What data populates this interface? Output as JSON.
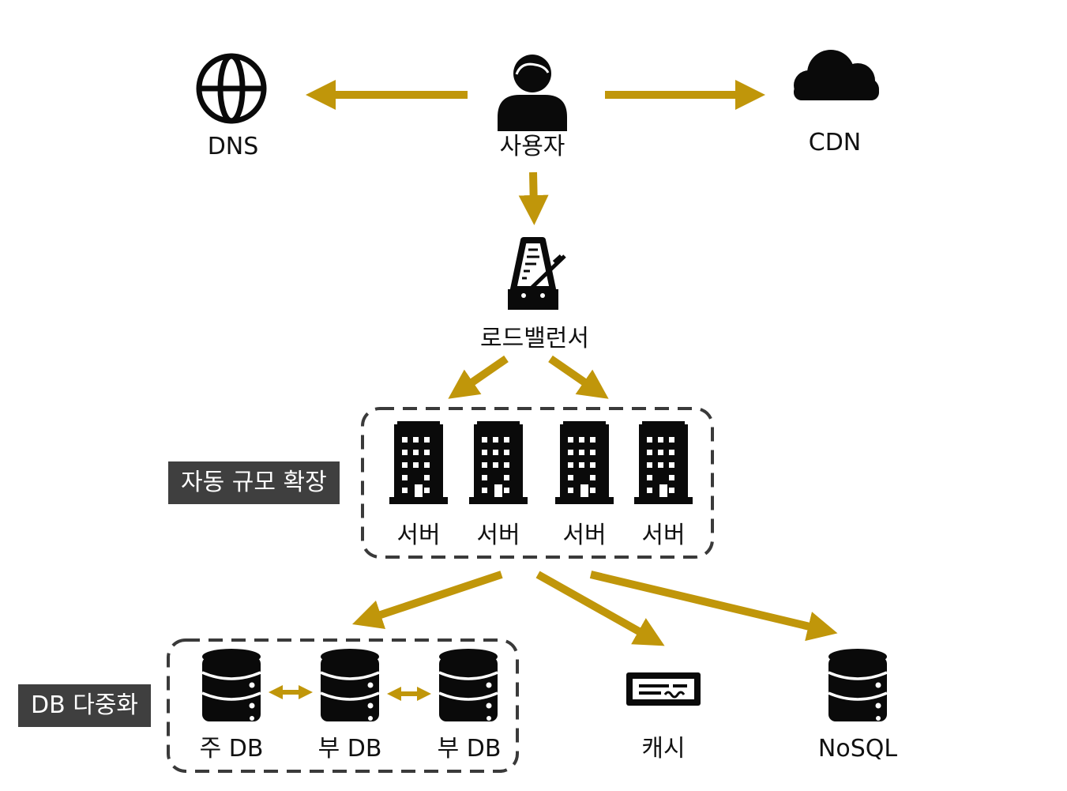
{
  "colors": {
    "arrow": "#c0960a",
    "icon": "#0a0a0a",
    "group_border": "#3a3a3a",
    "tag_bg": "#3f3f3f"
  },
  "nodes": {
    "dns": {
      "label": "DNS",
      "icon": "globe-icon"
    },
    "user": {
      "label": "사용자",
      "icon": "user-icon"
    },
    "cdn": {
      "label": "CDN",
      "icon": "cloud-icon"
    },
    "lb": {
      "label": "로드밸런서",
      "icon": "metronome-icon"
    },
    "servers": [
      {
        "label": "서버",
        "icon": "building-icon"
      },
      {
        "label": "서버",
        "icon": "building-icon"
      },
      {
        "label": "서버",
        "icon": "building-icon"
      },
      {
        "label": "서버",
        "icon": "building-icon"
      }
    ],
    "dbs": [
      {
        "label": "주 DB",
        "icon": "database-icon"
      },
      {
        "label": "부 DB",
        "icon": "database-icon"
      },
      {
        "label": "부 DB",
        "icon": "database-icon"
      }
    ],
    "cache": {
      "label": "캐시",
      "icon": "cache-icon"
    },
    "nosql": {
      "label": "NoSQL",
      "icon": "database-icon"
    }
  },
  "groups": {
    "autoscale": {
      "label": "자동 규모 확장"
    },
    "db_replication": {
      "label": "DB 다중화"
    }
  },
  "edges": [
    {
      "from": "사용자",
      "to": "DNS"
    },
    {
      "from": "사용자",
      "to": "CDN"
    },
    {
      "from": "사용자",
      "to": "로드밸런서"
    },
    {
      "from": "로드밸런서",
      "to": "서버"
    },
    {
      "from": "로드밸런서",
      "to": "서버"
    },
    {
      "from": "서버",
      "to": "주 DB"
    },
    {
      "from": "서버",
      "to": "캐시"
    },
    {
      "from": "서버",
      "to": "NoSQL"
    },
    {
      "from": "주 DB",
      "to": "부 DB",
      "bidirectional": true
    },
    {
      "from": "부 DB",
      "to": "부 DB",
      "bidirectional": true
    }
  ]
}
